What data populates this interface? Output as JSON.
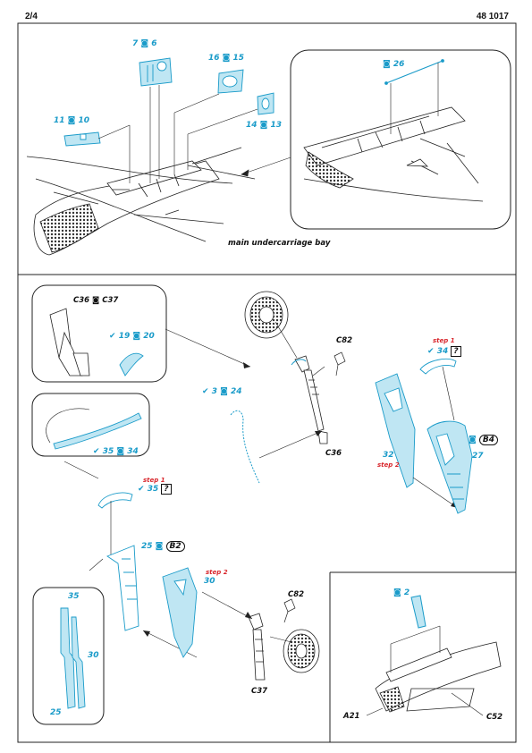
{
  "header": {
    "page": "2/4",
    "code": "48 1017"
  },
  "top": {
    "caption": "main undercarriage bay",
    "parts": [
      "7",
      "6",
      "16",
      "15",
      "11",
      "10",
      "14",
      "13",
      "26"
    ]
  },
  "bottom": {
    "labels": {
      "c36_c37": [
        "C36",
        "C37"
      ],
      "c82_a": "C82",
      "c82_b": "C82",
      "c36": "C36",
      "c37": "C37",
      "a21": "A21",
      "c52": "C52",
      "b4": "B4",
      "b2": "B2",
      "step1": "step 1",
      "step2": "step 2",
      "q": "?"
    },
    "parts": [
      "19",
      "20",
      "3",
      "24",
      "34",
      "35",
      "32",
      "27",
      "25",
      "30",
      "2"
    ]
  },
  "colors": {
    "accent": "#1a9bc9",
    "highlight": "#d8262c",
    "ink": "#111111"
  }
}
